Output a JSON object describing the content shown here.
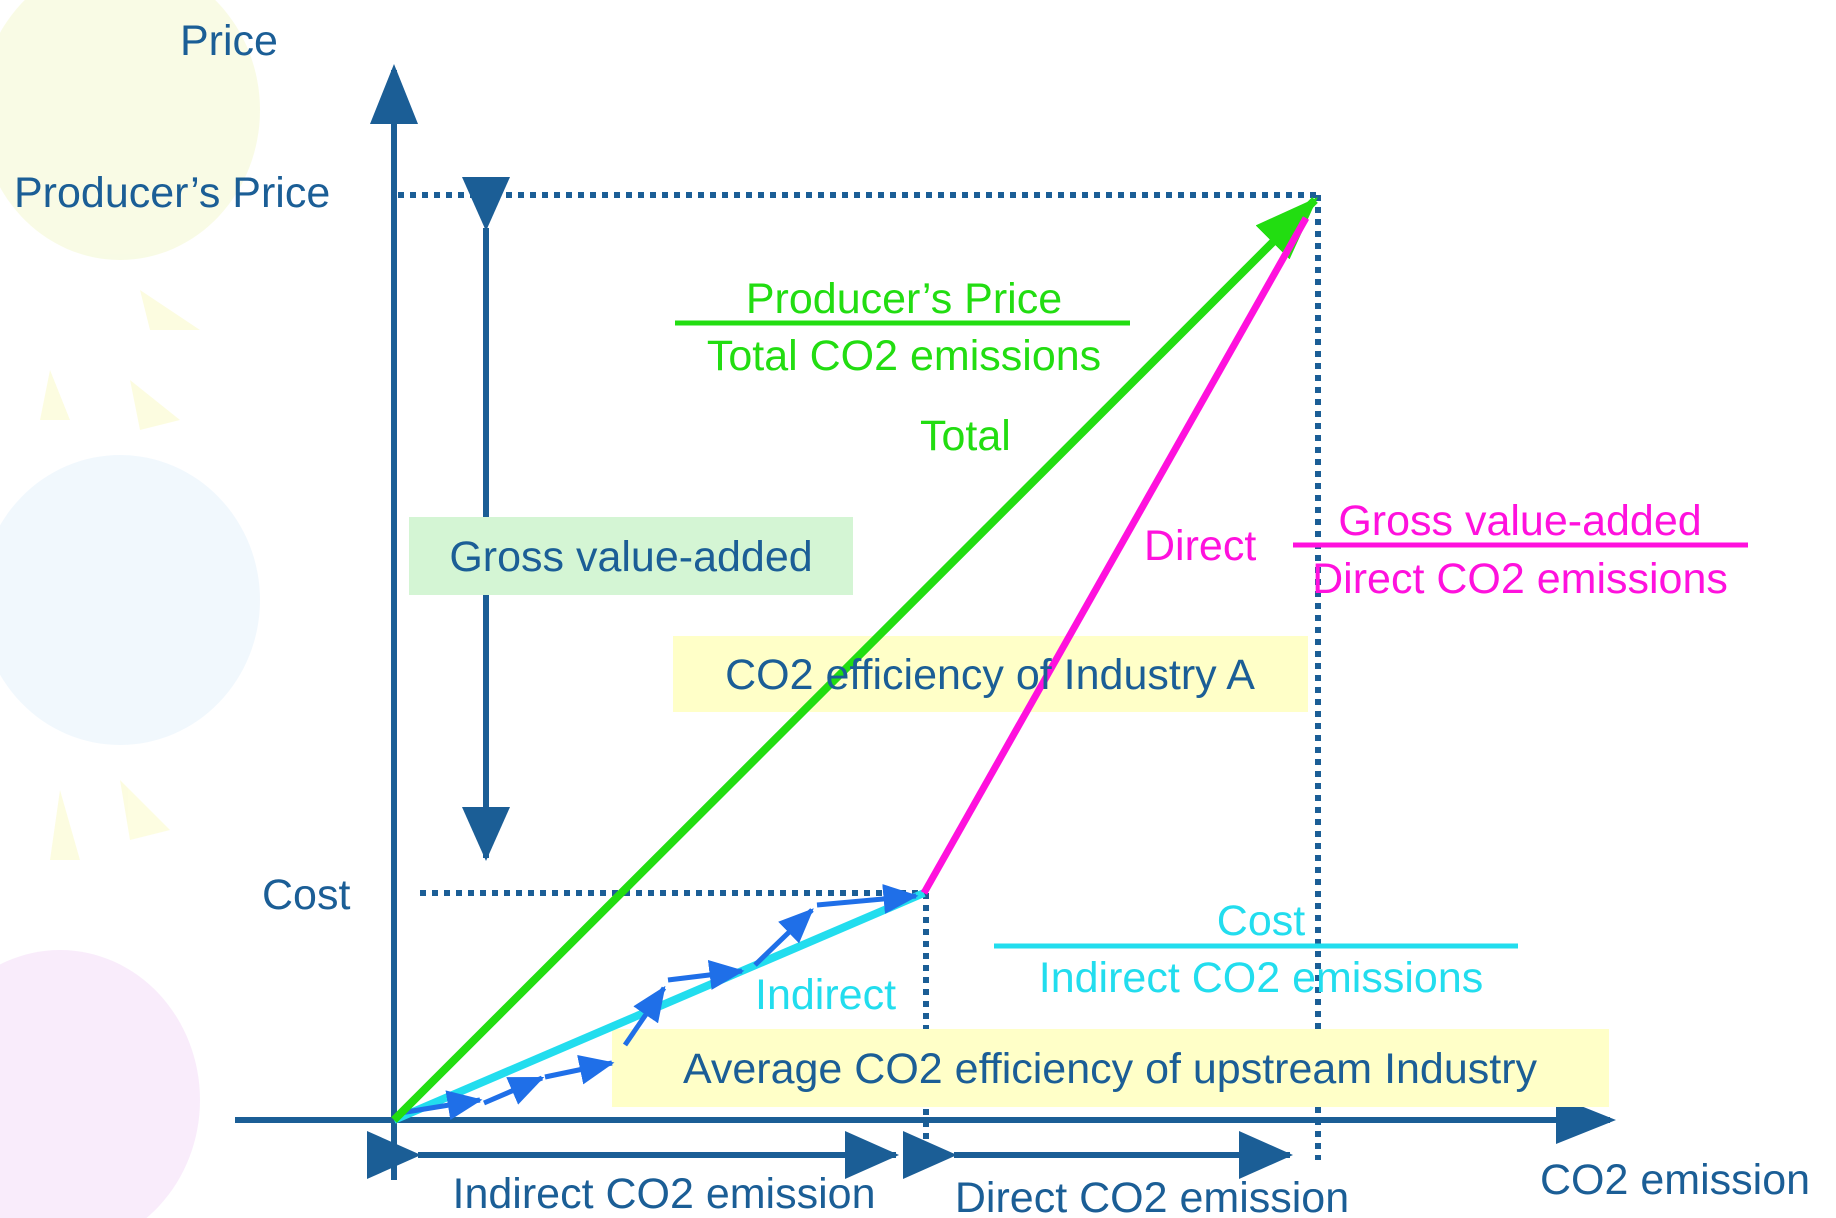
{
  "colors": {
    "axis": "#1b5e96",
    "total": "#22dd11",
    "direct": "#ff11dd",
    "indirect": "#22ddee",
    "upstream_arrows": "#1f6fe8",
    "highlight_yellow": "#ffffc8",
    "highlight_green": "#d4f5d4"
  },
  "axes": {
    "y_label": "Price",
    "x_label": "CO2 emission"
  },
  "y_levels": {
    "producers_price": "Producer’s Price",
    "cost": "Cost"
  },
  "ratios": {
    "total": {
      "numerator": "Producer’s Price",
      "denominator": "Total CO2 emissions"
    },
    "direct": {
      "numerator": "Gross value-added",
      "denominator": "Direct CO2 emissions"
    },
    "indirect": {
      "numerator": "Cost",
      "denominator": "Indirect CO2 emissions"
    }
  },
  "line_labels": {
    "total": "Total",
    "direct": "Direct",
    "indirect": "Indirect"
  },
  "boxes": {
    "gross_value_added": "Gross value-added",
    "co2_efficiency": "CO2 efficiency of Industry A",
    "average_efficiency": "Average CO2 efficiency of upstream Industry"
  },
  "spans": {
    "indirect": "Indirect CO2 emission",
    "direct": "Direct CO2 emission"
  }
}
